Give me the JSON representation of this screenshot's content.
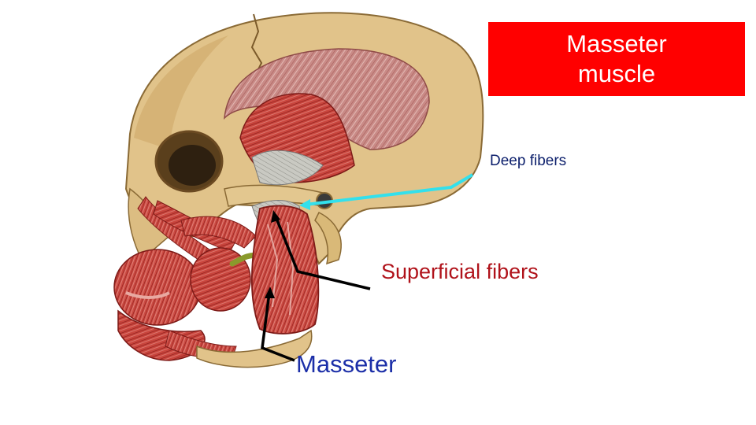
{
  "title": {
    "line1": "Masseter",
    "line2": "muscle"
  },
  "labels": {
    "deep_fibers": "Deep fibers",
    "superficial_fibers": "Superficial fibers",
    "masseter": "Masseter"
  },
  "colors": {
    "title_background": "#ff0000",
    "title_text": "#ffffff",
    "deep_fibers_text": "#0b1e6b",
    "superficial_fibers_text": "#b0121a",
    "masseter_text": "#1c2fa8",
    "deep_fibers_pointer": "#33e0ec",
    "pointer_lines": "#000000"
  }
}
